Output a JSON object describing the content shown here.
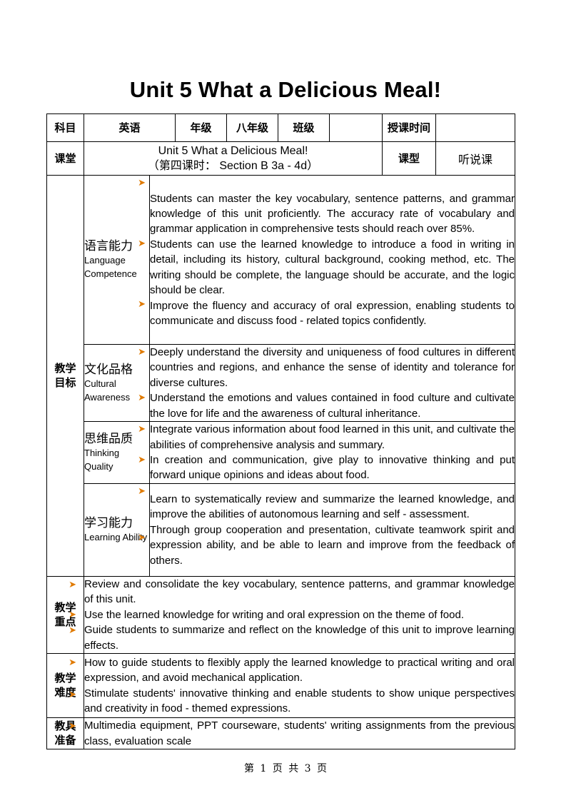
{
  "title": "Unit 5 What a Delicious Meal!",
  "header": {
    "subject_label": "科目",
    "subject_value": "英语",
    "grade_label": "年级",
    "grade_value": "八年级",
    "class_label": "班级",
    "class_value": "",
    "time_label": "授课时间",
    "time_value": ""
  },
  "lesson": {
    "label": "课堂",
    "title_line1": "Unit 5 What a Delicious Meal!",
    "title_line2": "（第四课时：  Section  B  3a  -  4d）",
    "type_label": "课型",
    "type_value": "听说课"
  },
  "objectives": {
    "label": "教学目标",
    "categories": [
      {
        "zh": "语言能力",
        "en": "Language Competence",
        "items": [
          "Students can master the key vocabulary, sentence patterns, and grammar knowledge of this unit proficiently. The accuracy rate of vocabulary and grammar application in comprehensive tests should reach over 85%.",
          "Students can use the learned knowledge to introduce a food in writing in detail, including its history, cultural background, cooking method, etc. The writing should be complete, the language should be accurate, and the logic should be clear.",
          "Improve the fluency and accuracy of oral expression, enabling students to communicate and discuss food - related topics confidently."
        ]
      },
      {
        "zh": "文化品格",
        "en": "Cultural Awareness",
        "items": [
          "Deeply understand the diversity and uniqueness of food cultures in different countries and regions, and enhance the sense of identity and tolerance for diverse cultures.",
          "Understand the emotions and values contained in food culture and cultivate the love for life and the awareness of cultural inheritance."
        ]
      },
      {
        "zh": "思维品质",
        "en": "Thinking Quality",
        "items": [
          "Integrate various information about food learned in this unit, and cultivate the abilities of comprehensive analysis and summary.",
          "In creation and communication, give play to innovative thinking and put forward unique opinions and ideas about food."
        ]
      },
      {
        "zh": "学习能力",
        "en": "Learning Ability",
        "items": [
          "Learn to systematically review and summarize the learned knowledge, and improve the abilities of autonomous learning and self - assessment.",
          "Through group cooperation and presentation, cultivate teamwork spirit and expression ability, and be able to learn and improve from the feedback of others."
        ]
      }
    ]
  },
  "key_points": {
    "label": "教学重点",
    "items": [
      "Review and consolidate the key vocabulary, sentence patterns, and grammar knowledge of this unit.",
      "Use the learned knowledge for writing and oral expression on the theme of food.",
      "Guide students to summarize and reflect on the knowledge of this unit to improve learning effects."
    ]
  },
  "difficulties": {
    "label": "教学难度",
    "items": [
      "How to guide students to flexibly apply the learned knowledge to practical writing and oral expression, and avoid mechanical application.",
      "Stimulate students' innovative thinking and enable students to show unique perspectives and creativity in food - themed expressions."
    ]
  },
  "materials": {
    "label": "教具准备",
    "text": "Multimedia equipment, PPT courseware, students' writing assignments from the previous class, evaluation scale"
  },
  "footer": "第 1 页 共 3 页",
  "colors": {
    "bullet": "#e07a00",
    "border": "#000000"
  },
  "bullet_icon": "orange-arrow-bullet-icon"
}
